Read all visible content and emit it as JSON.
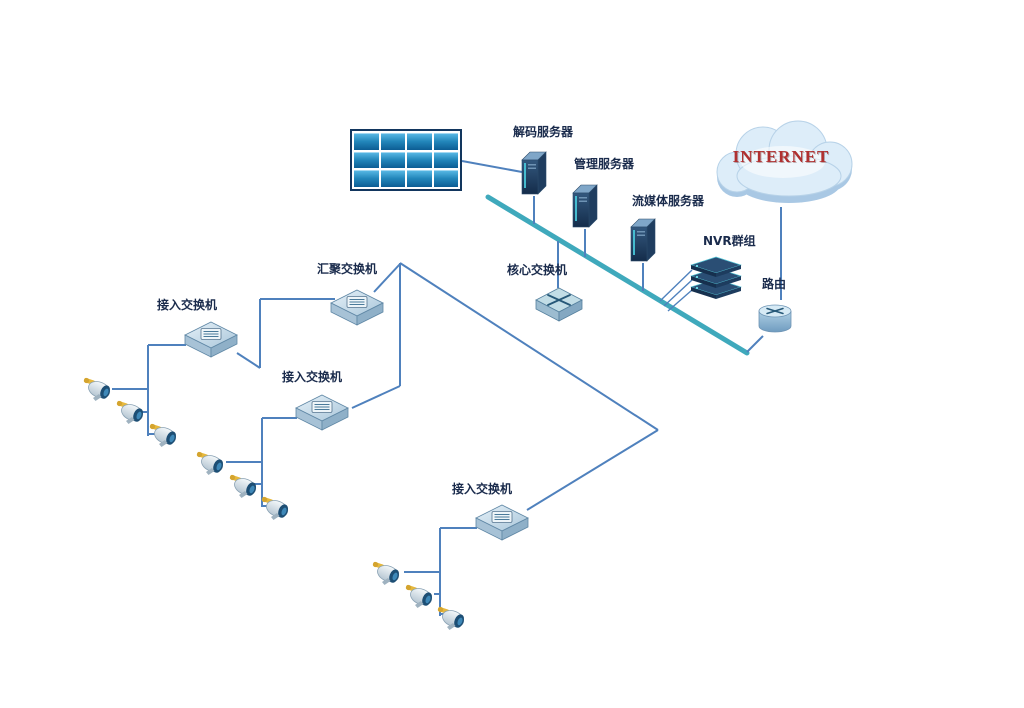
{
  "diagram": {
    "type": "network-topology",
    "labels": {
      "decode_server": "解码服务器",
      "mgmt_server": "管理服务器",
      "stream_server": "流媒体服务器",
      "internet": "INTERNET",
      "nvr_group": "NVR群组",
      "router": "路由",
      "core_switch": "核心交换机",
      "agg_switch": "汇聚交换机",
      "access_switch_1": "接入交换机",
      "access_switch_2": "接入交换机",
      "access_switch_3": "接入交换机"
    },
    "colors": {
      "backbone": "#3fa9bc",
      "link": "#4f81bd",
      "label_text": "#1a2b4c",
      "internet_text": "#b03030",
      "screen_blue": "#2286ba"
    },
    "video_wall": {
      "rows": 3,
      "cols": 4
    },
    "counts": {
      "cameras": 9,
      "access_switches": 3,
      "servers": 3
    }
  }
}
